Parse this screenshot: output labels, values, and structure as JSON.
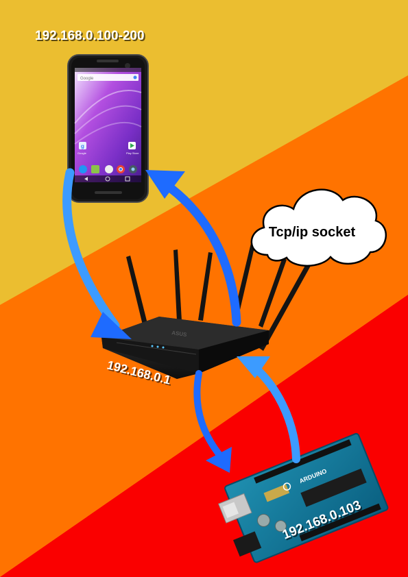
{
  "colors": {
    "band_yellow": "#EBBE30",
    "band_orange": "#FF7300",
    "band_red": "#FA0000",
    "arrow_blue": "#1E6BFF",
    "arrow_light_blue": "#3C9BFF",
    "label_shadow": "#000000"
  },
  "labels": {
    "phone_ip": "192.168.0.100-200",
    "router_ip": "192.168.0.1",
    "arduino_ip": "192.168.0.103",
    "cloud": "Tcp/ip socket"
  },
  "phone": {
    "search_text": "Google",
    "apps": [
      "Google",
      "Play Store"
    ],
    "dock_icons": [
      "phone-icon",
      "messages-icon",
      "apps-icon",
      "chrome-icon",
      "camera-icon"
    ]
  },
  "router": {
    "brand": "ASUS",
    "antenna_count": 6
  },
  "arduino": {
    "brand": "ARDUINO"
  }
}
